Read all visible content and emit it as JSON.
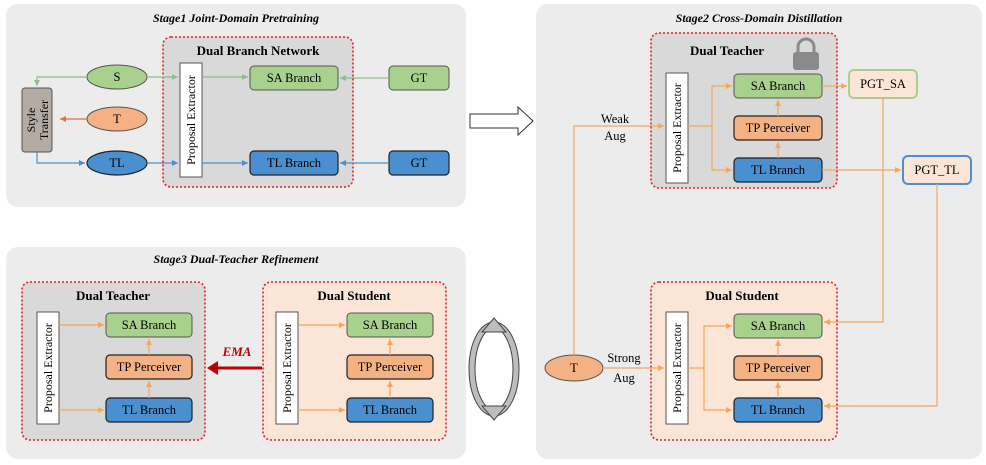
{
  "stage1": {
    "title": "Stage1  Joint-Domain Pretraining",
    "network_title": "Dual Branch Network",
    "style_transfer_line1": "Style",
    "style_transfer_line2": "Transfer",
    "s_label": "S",
    "t_label": "T",
    "tl_label": "TL",
    "proposal": "Proposal Extractor",
    "sa_branch": "SA Branch",
    "tl_branch": "TL Branch",
    "gt_top": "GT",
    "gt_bottom": "GT"
  },
  "stage2": {
    "title": "Stage2  Cross-Domain Distillation",
    "teacher_title": "Dual Teacher",
    "student_title": "Dual Student",
    "proposal_teacher": "Proposal Extractor",
    "proposal_student": "Proposal Extractor",
    "sa_branch_teacher": "SA Branch",
    "tp_teacher": "TP Perceiver",
    "tl_branch_teacher": "TL Branch",
    "sa_branch_student": "SA Branch",
    "tp_student": "TP Perceiver",
    "tl_branch_student": "TL Branch",
    "pgt_sa": "PGT_SA",
    "pgt_tl": "PGT_TL",
    "weak_aug_line1": "Weak",
    "weak_aug_line2": "Aug",
    "strong_aug_line1": "Strong",
    "strong_aug_line2": "Aug",
    "t_label": "T"
  },
  "stage3": {
    "title": "Stage3  Dual-Teacher Refinement",
    "teacher_title": "Dual Teacher",
    "student_title": "Dual Student",
    "proposal_teacher": "Proposal Extractor",
    "proposal_student": "Proposal Extractor",
    "sa_branch_teacher": "SA Branch",
    "tp_teacher": "TP Perceiver",
    "tl_branch_teacher": "TL Branch",
    "sa_branch_student": "SA Branch",
    "tp_student": "TP Perceiver",
    "tl_branch_student": "TL Branch",
    "ema": "EMA"
  },
  "colors": {
    "panel_bg": "#ececec",
    "inner_gray": "#d9d9d9",
    "inner_pink": "#fbe5d6",
    "dotted_red": "#e0202a",
    "sa_green": "#a9d18e",
    "tl_blue": "#4a8fcf",
    "tp_orange": "#f4b183",
    "orange_line": "#f4a65b",
    "green_line": "#8fbc8f",
    "blue_line": "#4a8fcf",
    "ema_red": "#c00000"
  }
}
